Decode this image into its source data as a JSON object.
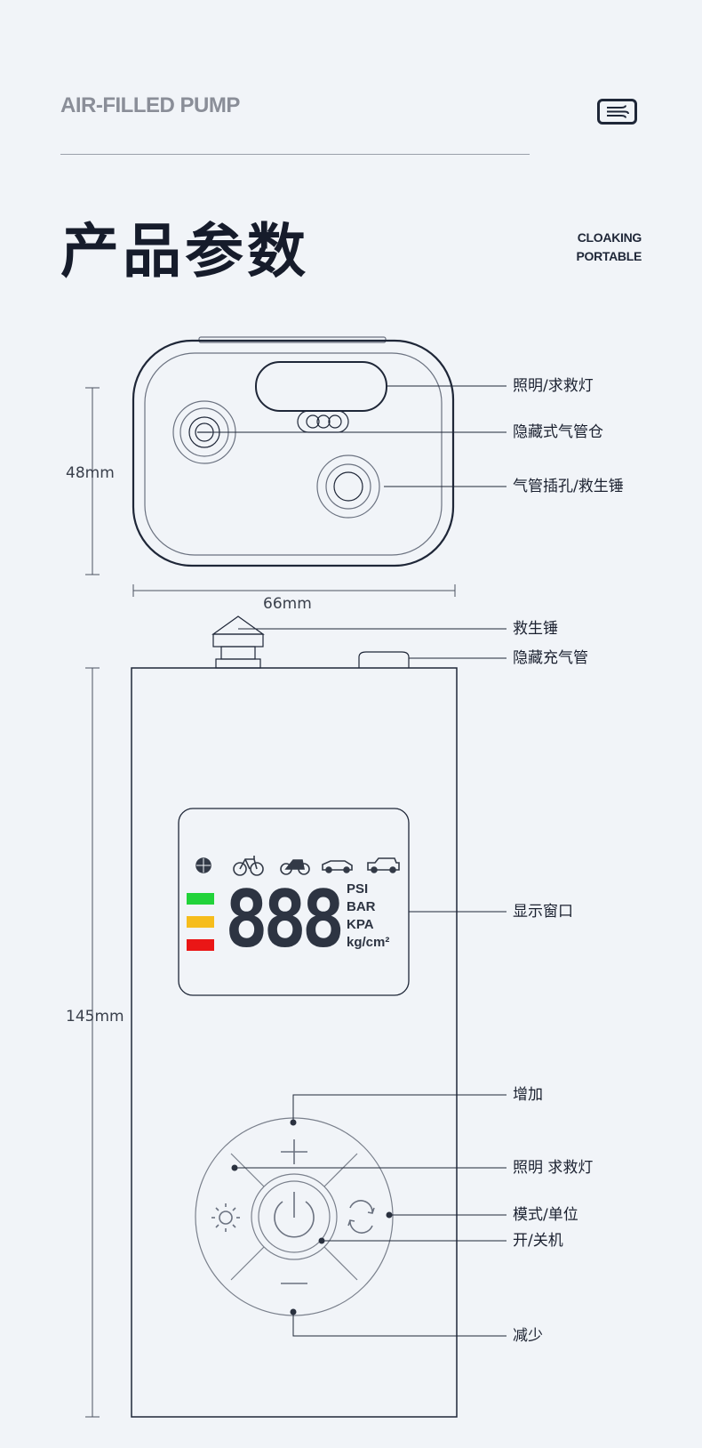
{
  "header": {
    "brand": "AIR-FILLED PUMP",
    "brand_icon": "wind-icon",
    "title": "产品参数",
    "tagline_line1": "CLOAKING",
    "tagline_line2": "PORTABLE"
  },
  "top_view": {
    "height_dim": "48mm",
    "width_dim": "66mm",
    "callouts": [
      "照明/求救灯",
      "隐藏式气管仓",
      "气管插孔/救生锤"
    ]
  },
  "front_view": {
    "height_dim": "145mm",
    "callouts": [
      "救生锤",
      "隐藏充气管",
      "显示窗口",
      "增加",
      "照明 求救灯",
      "模式/单位",
      "开/关机",
      "减少"
    ],
    "display": {
      "digits": "888",
      "units": [
        "PSI",
        "BAR",
        "KPA",
        "kg/cm²"
      ],
      "vehicle_icons": [
        "ball-icon",
        "bicycle-icon",
        "motorcycle-icon",
        "car-icon",
        "suv-icon"
      ],
      "status_colors": [
        "#22d33a",
        "#f6bd1c",
        "#ea1616"
      ]
    }
  },
  "colors": {
    "line": "#1f2738",
    "text": "#1b2130",
    "brand_gray": "#8a8e98"
  }
}
